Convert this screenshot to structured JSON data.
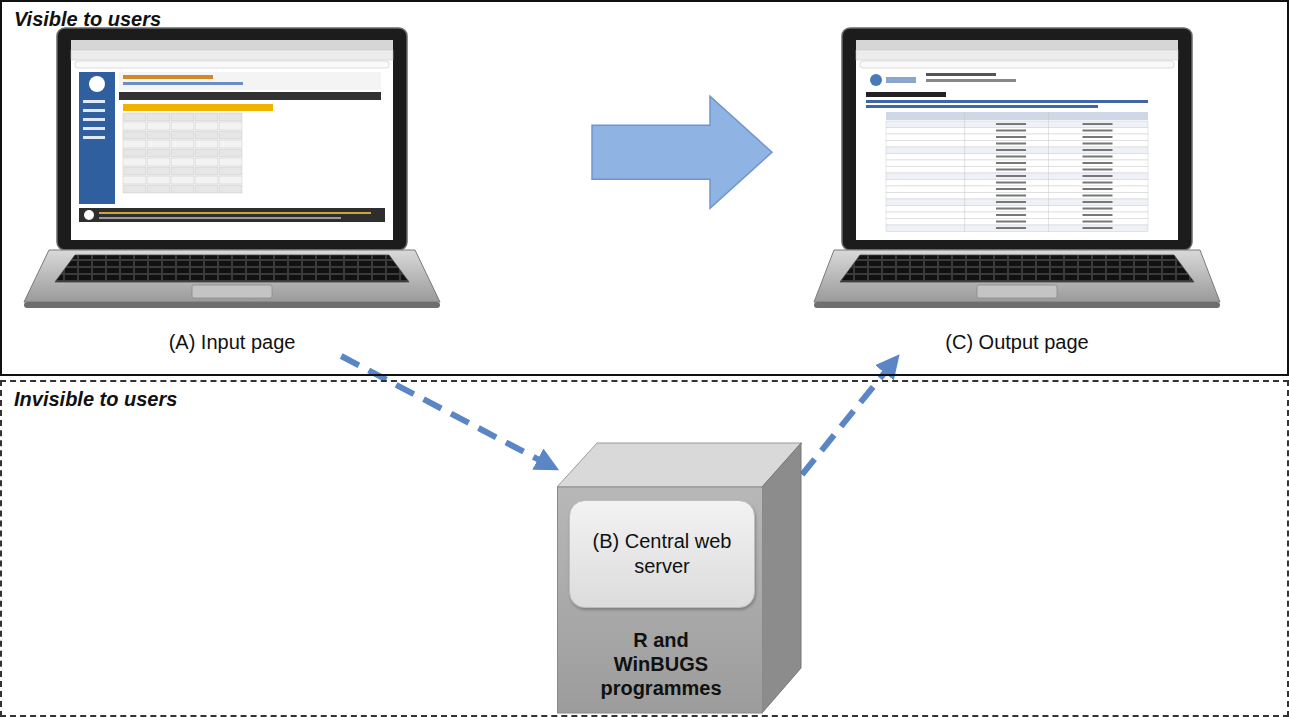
{
  "diagram": {
    "nodes": [
      {
        "text": [
          "Visible to users"
        ]
      },
      {
        "text": [
          "(A) Input page"
        ],
        "in": 0
      },
      {
        "text": [
          "(C) Output page"
        ],
        "in": 0
      },
      {
        "text": [
          "Invisible to users"
        ]
      },
      {
        "text": [
          "R and WinBUGS programmes"
        ],
        "in": 3
      },
      {
        "text": [
          "(B) Central web server"
        ],
        "in": 4
      }
    ],
    "edges": [
      {
        "from": 1,
        "to": 2,
        "arrow": "to"
      },
      {
        "from": 1,
        "to": 4,
        "arrow": "to"
      },
      {
        "from": 4,
        "to": 2,
        "arrow": "to"
      }
    ]
  }
}
